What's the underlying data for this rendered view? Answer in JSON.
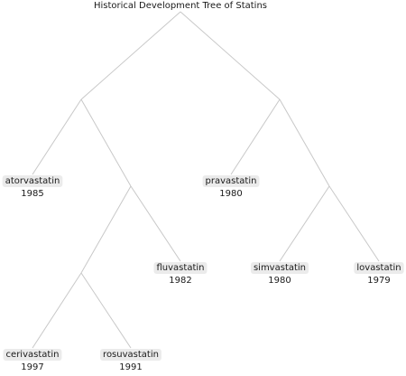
{
  "diagram": {
    "title": "Historical Development Tree of Statins",
    "nodes": [
      {
        "id": "root",
        "parent": null
      },
      {
        "id": "i1",
        "parent": "root"
      },
      {
        "id": "i2",
        "parent": "root"
      },
      {
        "id": "i3",
        "parent": "i1"
      },
      {
        "id": "i4",
        "parent": "i2"
      },
      {
        "id": "i5",
        "parent": "i3"
      },
      {
        "id": "atorvastatin",
        "parent": "i1",
        "label": "atorvastatin",
        "year": "1985"
      },
      {
        "id": "pravastatin",
        "parent": "i2",
        "label": "pravastatin",
        "year": "1980"
      },
      {
        "id": "fluvastatin",
        "parent": "i3",
        "label": "fluvastatin",
        "year": "1982"
      },
      {
        "id": "simvastatin",
        "parent": "i4",
        "label": "simvastatin",
        "year": "1980"
      },
      {
        "id": "lovastatin",
        "parent": "i4",
        "label": "lovastatin",
        "year": "1979"
      },
      {
        "id": "cerivastatin",
        "parent": "i5",
        "label": "cerivastatin",
        "year": "1997"
      },
      {
        "id": "rosuvastatin",
        "parent": "i5",
        "label": "rosuvastatin",
        "year": "1991"
      }
    ]
  }
}
